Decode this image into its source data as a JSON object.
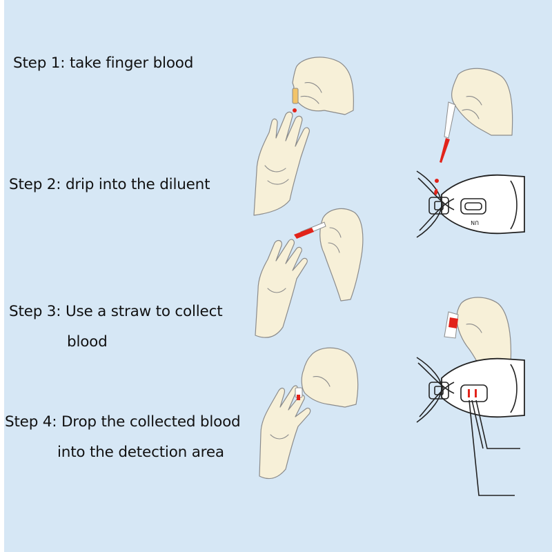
{
  "steps": [
    {
      "line1": "Step 1: take finger blood",
      "line2": ""
    },
    {
      "line1": "Step 2: drip into the diluent",
      "line2": ""
    },
    {
      "line1": "Step 3: Use a straw to collect",
      "line2": "blood"
    },
    {
      "line1": "Step 4: Drop the collected blood",
      "line2": "into the detection area"
    }
  ],
  "cassette_mark": "UN",
  "colors": {
    "background": "#d6e7f5",
    "skin": "#f7f0d8",
    "outline": "#8a8a8a",
    "blood": "#e2231a",
    "cassette": "#ffffff"
  }
}
